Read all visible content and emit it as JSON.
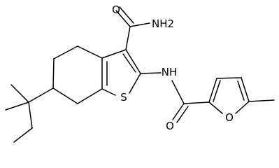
{
  "structure": {
    "atoms": {
      "amide_nh2": "NH2",
      "amide_o": "O",
      "nh": "NH",
      "thiophene_s": "S",
      "carbonyl_o": "O",
      "furan_o": "O"
    }
  },
  "colors": {
    "bond": "#000000",
    "label": "#000000",
    "background": "#ffffff"
  }
}
